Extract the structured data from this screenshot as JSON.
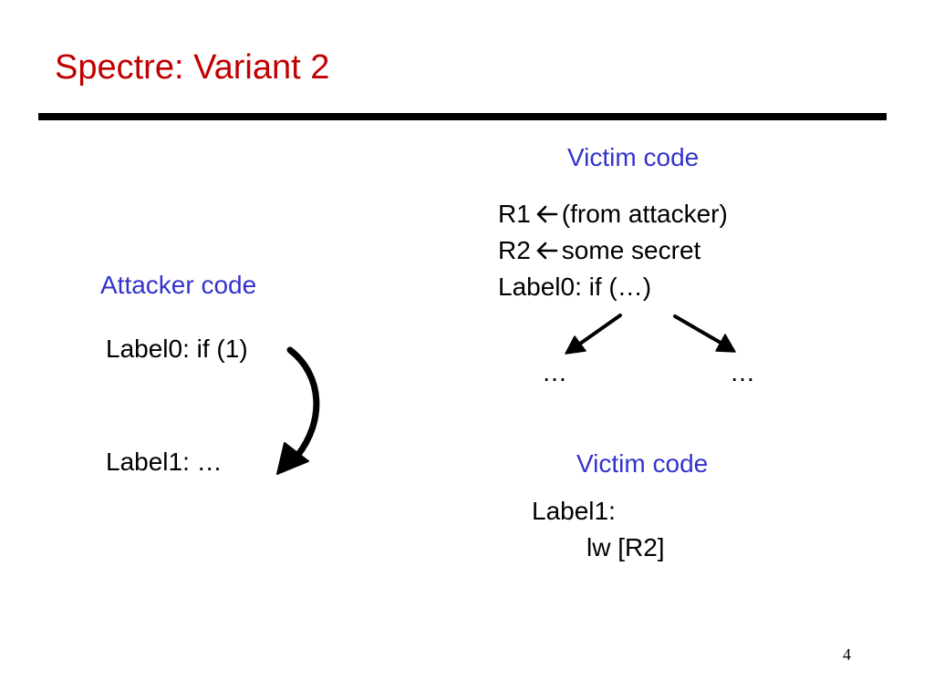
{
  "slide": {
    "title": "Spectre: Variant 2",
    "page_number": "4"
  },
  "attacker": {
    "heading": "Attacker code",
    "label0": "Label0: if (1)",
    "label1": "Label1:  …"
  },
  "victim_top": {
    "heading": "Victim code",
    "line1_reg": "R1",
    "line1_rest": "(from attacker)",
    "line2_reg": "R2",
    "line2_rest": "some secret",
    "line3": "Label0:  if (…)",
    "branch_left": "…",
    "branch_right": "…"
  },
  "victim_bottom": {
    "heading": "Victim code",
    "line1": "Label1:",
    "line2": "lw [R2]"
  },
  "colors": {
    "title": "#c00000",
    "heading": "#3333cc",
    "text": "#000000"
  },
  "icons": {
    "left_arrow": "left-arrow-icon",
    "curved_arrow": "curved-arrow-icon",
    "branch_arrows": "diagonal-arrow-icon"
  }
}
